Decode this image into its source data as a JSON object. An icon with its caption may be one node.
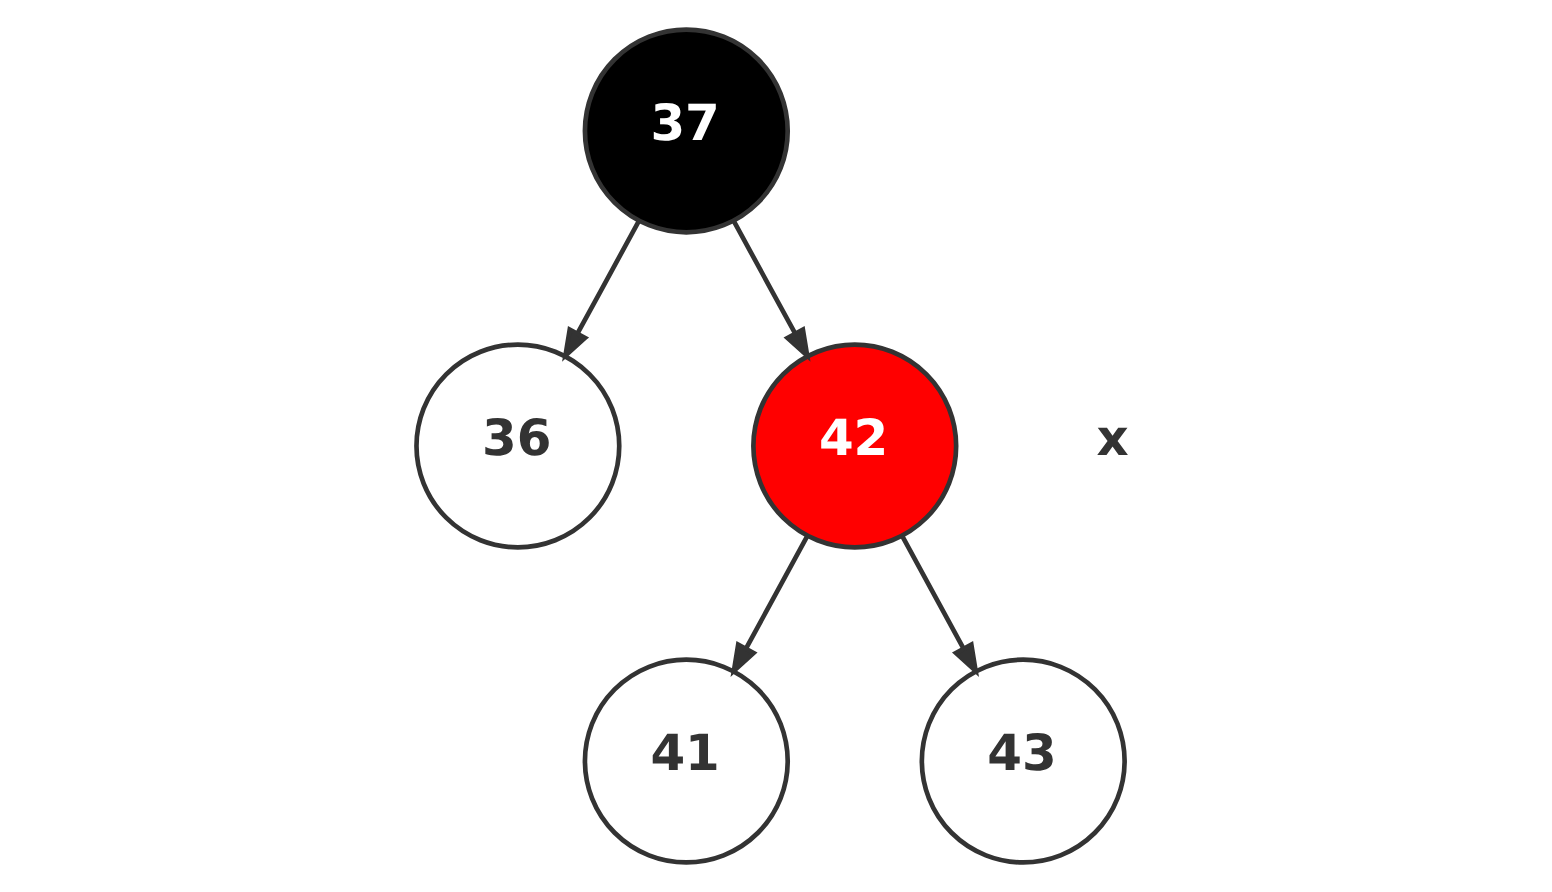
{
  "diagram": {
    "nodes": [
      {
        "text": [
          "37"
        ]
      },
      {
        "text": [
          "36"
        ]
      },
      {
        "text": [
          "42"
        ],
        "beside": [
          "x"
        ]
      },
      {
        "text": [
          "41"
        ]
      },
      {
        "text": [
          "43"
        ]
      }
    ],
    "edges": [
      {
        "from": 0,
        "to": 1,
        "arrow": "to"
      },
      {
        "from": 0,
        "to": 2,
        "arrow": "to"
      },
      {
        "from": 2,
        "to": 3,
        "arrow": "to"
      },
      {
        "from": 2,
        "to": 4,
        "arrow": "to"
      }
    ]
  }
}
